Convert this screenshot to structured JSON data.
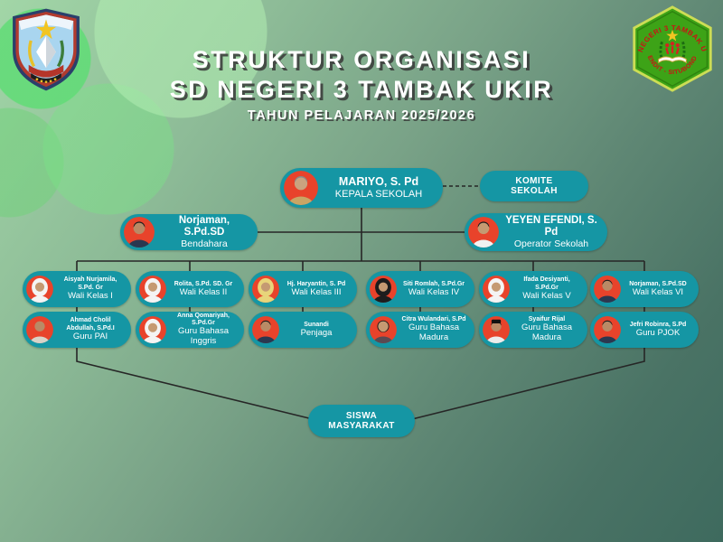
{
  "header": {
    "title_line1": "STRUKTUR ORGANISASI",
    "title_line2": "SD NEGERI 3 TAMBAK UKIR",
    "subtitle": "TAHUN PELAJARAN 2025/2026"
  },
  "logos": {
    "left_name": "lambang-kabupaten-situbondo",
    "right_name": "logo-sd-negeri-3-tambak-ukir",
    "right_top_text": "SD NEGERI 3 TAMBAK UKIR",
    "right_bottom_text": "KENDIT - SITUBONDO"
  },
  "colors": {
    "pill_teal": "#1596a4",
    "photo_red": "#e8432b",
    "line_dark": "#262626",
    "title_white": "#ffffff"
  },
  "org": {
    "nodes": [
      {
        "id": "kepala",
        "name": "MARIYO, S. Pd",
        "role": "KEPALA SEKOLAH",
        "photo": "man-tan"
      },
      {
        "id": "komite",
        "name": "KOMITE",
        "role": "SEKOLAH",
        "photo": null
      },
      {
        "id": "bendahara",
        "name": "Norjaman, S.Pd.SD",
        "role": "Bendahara",
        "photo": "man-dark"
      },
      {
        "id": "operator",
        "name": "YEYEN EFENDI, S. Pd",
        "role": "Operator Sekolah",
        "photo": "man-white"
      },
      {
        "id": "wali1",
        "name": "Aisyah Nurjamila, S.Pd. Gr",
        "role": "Wali Kelas I",
        "photo": "hijab-white"
      },
      {
        "id": "wali2",
        "name": "Rolita, S.Pd. SD. Gr",
        "role": "Wali Kelas II",
        "photo": "hijab-white"
      },
      {
        "id": "wali3",
        "name": "Hj. Haryantin, S. Pd",
        "role": "Wali Kelas III",
        "photo": "hijab-yellow"
      },
      {
        "id": "wali4",
        "name": "Siti Romlah, S.Pd.Gr",
        "role": "Wali Kelas IV",
        "photo": "hijab-black"
      },
      {
        "id": "wali5",
        "name": "Ifada Desiyanti, S.Pd.Gr",
        "role": "Wali Kelas V",
        "photo": "hijab-white"
      },
      {
        "id": "wali6",
        "name": "Norjaman, S.Pd.SD",
        "role": "Wali Kelas VI",
        "photo": "man-dark"
      },
      {
        "id": "gpai",
        "name": "Ahmad Cholil Abdullah, S.Pd.I",
        "role": "Guru PAI",
        "photo": "man-bald"
      },
      {
        "id": "ging",
        "name": "Anna Qomariyah, S.Pd.Gr",
        "role": "Guru Bahasa Inggris",
        "photo": "hijab-white"
      },
      {
        "id": "penjaga",
        "name": "Sunandi",
        "role": "Penjaga",
        "photo": "man-dark"
      },
      {
        "id": "gmadura1",
        "name": "Citra Wulandari, S.Pd",
        "role": "Guru Bahasa Madura",
        "photo": "woman-hair"
      },
      {
        "id": "gmadura2",
        "name": "Syaifur Rijal",
        "role": "Guru Bahasa Madura",
        "photo": "man-peci"
      },
      {
        "id": "gpjok",
        "name": "Jefri Robinra, S.Pd",
        "role": "Guru PJOK",
        "photo": "man-dark"
      },
      {
        "id": "siswa",
        "name": "SISWA",
        "role": "MASYARAKAT",
        "photo": null
      }
    ],
    "edges": [
      {
        "from": "kepala",
        "to": "komite",
        "style": "dashed"
      },
      {
        "from": "kepala",
        "to": "bendahara",
        "style": "solid"
      },
      {
        "from": "kepala",
        "to": "operator",
        "style": "solid"
      },
      {
        "from": "kepala",
        "to": "wali1",
        "style": "solid"
      },
      {
        "from": "kepala",
        "to": "wali2",
        "style": "solid"
      },
      {
        "from": "kepala",
        "to": "wali3",
        "style": "solid"
      },
      {
        "from": "kepala",
        "to": "wali4",
        "style": "solid"
      },
      {
        "from": "kepala",
        "to": "wali5",
        "style": "solid"
      },
      {
        "from": "kepala",
        "to": "wali6",
        "style": "solid"
      },
      {
        "from": "wali1",
        "to": "gpai",
        "style": "solid"
      },
      {
        "from": "wali2",
        "to": "ging",
        "style": "solid"
      },
      {
        "from": "wali3",
        "to": "penjaga",
        "style": "solid"
      },
      {
        "from": "wali4",
        "to": "gmadura1",
        "style": "solid"
      },
      {
        "from": "wali5",
        "to": "gmadura2",
        "style": "solid"
      },
      {
        "from": "wali6",
        "to": "gpjok",
        "style": "solid"
      },
      {
        "from": "gpai",
        "to": "siswa",
        "style": "solid"
      },
      {
        "from": "gpjok",
        "to": "siswa",
        "style": "solid"
      }
    ]
  }
}
